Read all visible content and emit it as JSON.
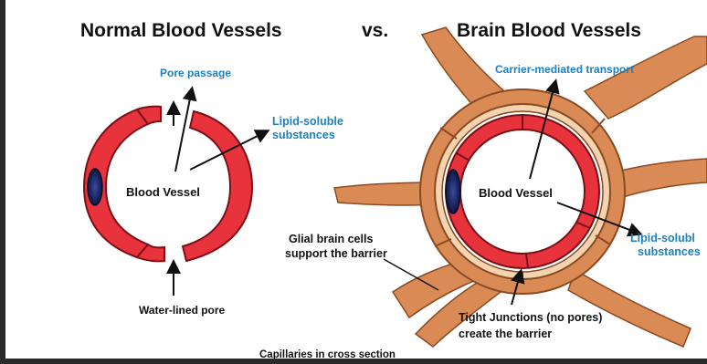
{
  "titles": {
    "left": "Normal Blood Vessels",
    "vs": "vs.",
    "right": "Brain Blood Vessels"
  },
  "left_diagram": {
    "pore_passage": "Pore passage",
    "lipid_line1": "Lipid-soluble",
    "lipid_line2": "substances",
    "blood_vessel": "Blood Vessel",
    "water_lined_pore": "Water-lined pore"
  },
  "right_diagram": {
    "carrier": "Carrier-mediated transport",
    "blood_vessel": "Blood Vessel",
    "lipid_line1": "Lipid-solubl",
    "lipid_line2": "substances",
    "glial_line1": "Glial brain cells",
    "glial_line2": "support the barrier",
    "tight_line1": "Tight Junctions (no pores)",
    "tight_line2": "create the barrier"
  },
  "caption": "Capillaries in cross section",
  "colors": {
    "vessel_red": "#e8323c",
    "vessel_outline": "#7a1016",
    "glial_tan": "#d98a55",
    "glial_light": "#f3d3b0",
    "label_blue": "#1f7fbf",
    "nucleus": "#1a2a6a"
  }
}
